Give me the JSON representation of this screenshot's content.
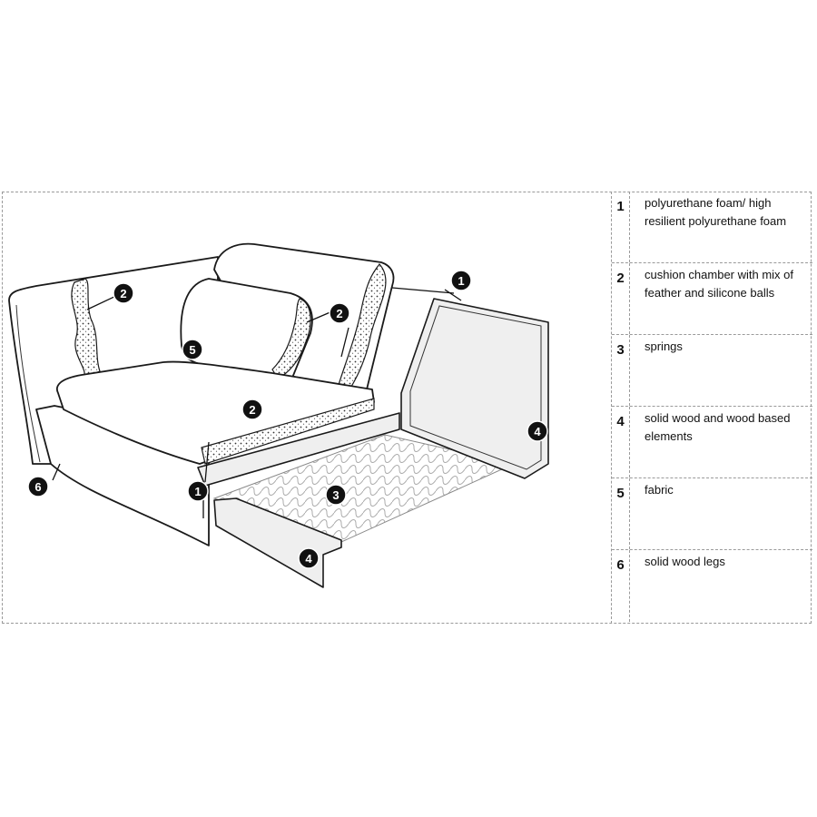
{
  "legend": [
    {
      "num": "1",
      "text": "polyurethane foam/ high resilient polyurethane foam"
    },
    {
      "num": "2",
      "text": "cushion chamber with mix of feather and silicone balls"
    },
    {
      "num": "3",
      "text": "springs"
    },
    {
      "num": "4",
      "text": "solid wood and wood based elements"
    },
    {
      "num": "5",
      "text": "fabric"
    },
    {
      "num": "6",
      "text": "solid wood legs"
    }
  ],
  "callouts": {
    "c1a": "1",
    "c1b": "1",
    "c2a": "2",
    "c2b": "2",
    "c2c": "2",
    "c3": "3",
    "c4a": "4",
    "c4b": "4",
    "c5": "5",
    "c6": "6"
  }
}
